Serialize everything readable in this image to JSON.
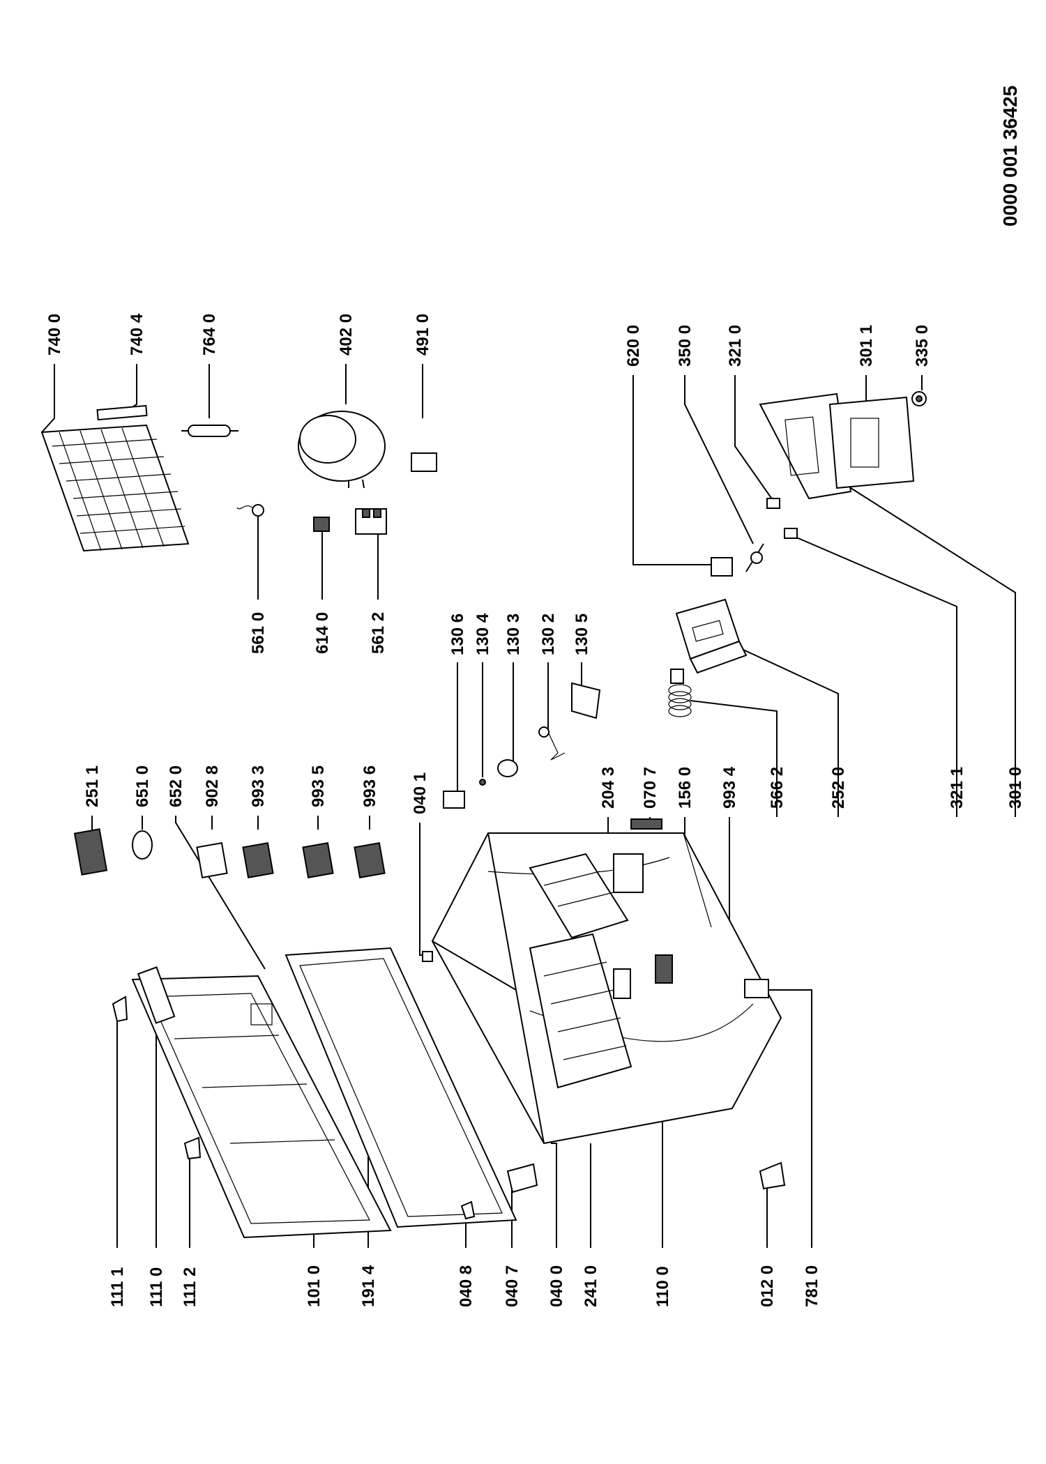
{
  "document_number": "0000 001 36425",
  "labels": {
    "l1111": "111 1",
    "l1110": "111 0",
    "l1112": "111 2",
    "l1010": "101 0",
    "l1914": "191 4",
    "l0408": "040 8",
    "l0407": "040 7",
    "l0400": "040 0",
    "l2410": "241 0",
    "l1100": "110 0",
    "l0120": "012 0",
    "l7810": "781 0",
    "l2511": "251 1",
    "l6510": "651 0",
    "l6520": "652 0",
    "l9028": "902 8",
    "l9933": "993 3",
    "l9935": "993 5",
    "l9936": "993 6",
    "l0401": "040 1",
    "l1306": "130 6",
    "l1304": "130 4",
    "l1303": "130 3",
    "l1302": "130 2",
    "l1305": "130 5",
    "l2043": "204 3",
    "l0707": "070 7",
    "l1560": "156 0",
    "l9934": "993 4",
    "l5662": "566 2",
    "l2520": "252 0",
    "l3211": "321 1",
    "l3010": "301 0",
    "l5610": "561 0",
    "l6140": "614 0",
    "l5612": "561 2",
    "l7400": "740 0",
    "l7404": "740 4",
    "l7640": "764 0",
    "l4020": "402 0",
    "l4910": "491 0",
    "l6200": "620 0",
    "l3500": "350 0",
    "l3210": "321 0",
    "l3011": "301 1",
    "l3350": "335 0"
  }
}
